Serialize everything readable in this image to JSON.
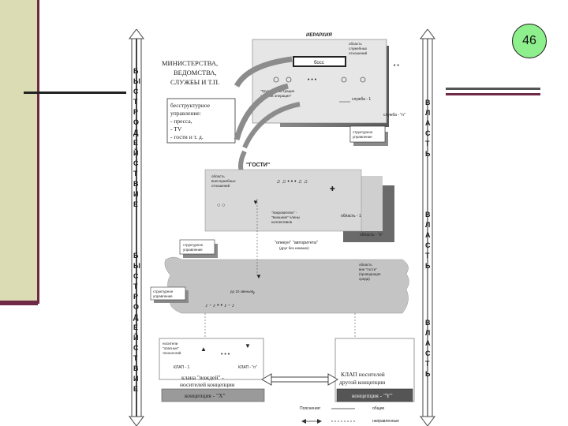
{
  "slide": {
    "number": "46"
  },
  "diagram": {
    "hierarchy_title": "ИЕРАРХИЯ",
    "ministries": [
      "МИНИСТЕРСТВА,",
      "ВЕДОМСТВА,",
      "СЛУЖБЫ И Т.П."
    ],
    "structureless": [
      "бесструктурное",
      "управление:",
      "- пресса,",
      "- TV",
      "- гости и т. д."
    ],
    "boss": "босс",
    "region_top": [
      "область",
      "служебных",
      "отношений"
    ],
    "service_1": "служба - 1",
    "service_n": "служба - \"n\"",
    "structural_mgmt": [
      "структурное",
      "управление"
    ],
    "trust_group": [
      "\"Группа регистрация",
      "законов операция\""
    ],
    "guests": "\"ГОСТИ\"",
    "region_out": [
      "область",
      "внеслужебных",
      "отношений"
    ],
    "guardians": [
      "\"покровители\" -",
      "\"внешние\" члены",
      "коллективов"
    ],
    "region_1": "область - 1",
    "region_n": "область - \"n\"",
    "authority": [
      "\"опекун\" \"авторитета\"",
      "(друг без никаких)"
    ],
    "region_guests": [
      "область",
      "вне \"гости\"",
      "(проводящая",
      "среда)"
    ],
    "up_to_10": "до 10 звеньев",
    "structural_low": [
      "структурное",
      "управление"
    ],
    "carriers": [
      "носители",
      "\"опасных\"",
      "технологий"
    ],
    "klap_1": "КЛАП - 1",
    "klap_n": "КЛАП - \"n\"",
    "clan_x": [
      "клана \"вождей\" -",
      "носителей концепции"
    ],
    "clan_y": [
      "КЛАП носителей",
      "другой концепции"
    ],
    "concept_x": "концепция - \"X\"",
    "concept_y": "концепция - \"Y\"",
    "legend_1": "Пояснения:",
    "legend_2": "общие",
    "legend_3": "направленные",
    "left_vertical_1": [
      "Б",
      "Ы",
      "С",
      "Т",
      "Р",
      "О",
      "Д",
      "Е",
      "Й",
      "С",
      "Т",
      "В",
      "И",
      "Е"
    ],
    "left_vertical_2": [
      "Б",
      "Ы",
      "С",
      "Т",
      "Р",
      "О",
      "Д",
      "Е",
      "Й",
      "С",
      "Т",
      "В",
      "И",
      "Е"
    ],
    "right_vertical": [
      "В",
      "Л",
      "А",
      "С",
      "Т",
      "Ь"
    ]
  },
  "colors": {
    "sidebar": "#dcdcb4",
    "accent": "#6e2a46",
    "badge": "#8ef08c"
  }
}
